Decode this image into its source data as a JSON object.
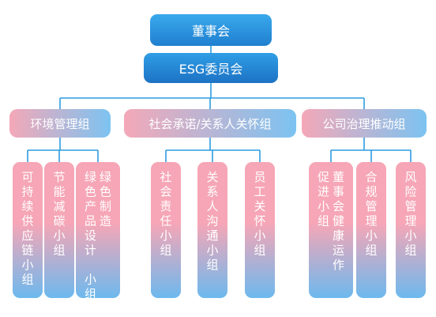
{
  "colors": {
    "connector": "#2e9ce0",
    "top_box_top": "#3aa9ec",
    "top_box_bottom": "#1f7fd0",
    "committee_box_top": "#2f9ee6",
    "committee_box_bottom": "#1d72c4",
    "group_left": "#f4a8b8",
    "group_right": "#7cc3f1",
    "sub_top": "#f6a6b6",
    "sub_bottom": "#6db9ee",
    "text": "#ffffff"
  },
  "board": {
    "label": "董事会"
  },
  "committee": {
    "label": "ESG委员会"
  },
  "groups": [
    {
      "label": "环境管理组",
      "subgroups": [
        {
          "lines": [
            "可持续供应链小组"
          ]
        },
        {
          "lines": [
            "节能减碳小组"
          ]
        },
        {
          "lines": [
            "绿色产品设计 小组",
            "绿色制造"
          ]
        }
      ]
    },
    {
      "label": "社会承诺/关系人关怀组",
      "subgroups": [
        {
          "lines": [
            "社会责任小组"
          ]
        },
        {
          "lines": [
            "关系人沟通小组"
          ]
        },
        {
          "lines": [
            "员工关怀小组"
          ]
        }
      ]
    },
    {
      "label": "公司治理推动组",
      "subgroups": [
        {
          "lines": [
            "促进小组",
            "董事会健康运作"
          ]
        },
        {
          "lines": [
            "合规管理小组"
          ]
        },
        {
          "lines": [
            "风险管理小组"
          ]
        }
      ]
    }
  ]
}
